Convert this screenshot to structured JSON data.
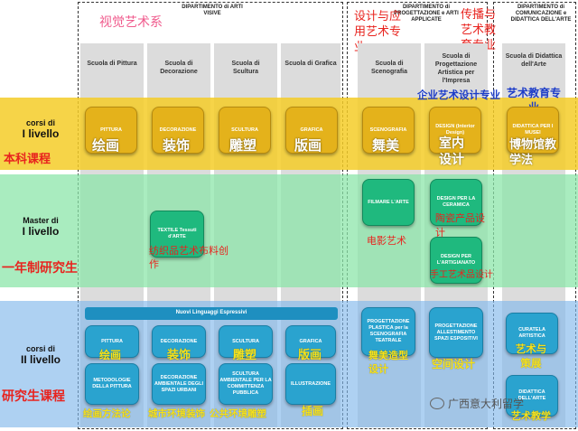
{
  "departments": [
    {
      "title": "DIPARTIMENTO di ARTI VISIVE",
      "cn": "视觉艺术系"
    },
    {
      "title": "DIPARTIMENTO di PROGETTAZIONE e ARTI APPLICATE",
      "cn": "设计与应用艺术专业"
    },
    {
      "title": "DIPARTIMENTO di COMUNICAZIONE e DIDATTICA DELL'ARTE",
      "cn": "传播与艺术教育专业"
    }
  ],
  "schools": [
    "Scuola di Pittura",
    "Scuola di Decorazione",
    "Scuola di Scultura",
    "Scuola di Grafica",
    "Scuola di Scenografia",
    "Scuola di Progettazione Artistica per l'Impresa",
    "Scuola di Didattica dell'Arte"
  ],
  "school_cn_extra": {
    "impresa": "企业艺术设计专业",
    "didattica": "艺术教育专业"
  },
  "rows": [
    {
      "label1": "corsi di",
      "label2": "I livello",
      "cn": "本科课程",
      "color": "#f5cd28"
    },
    {
      "label1": "Master di",
      "label2": "I livello",
      "cn": "一年制研究生",
      "color": "#8ce6aa"
    },
    {
      "label1": "corsi di",
      "label2": "II livello",
      "cn": "研究生课程",
      "color": "#82b9eb"
    }
  ],
  "level1": [
    {
      "it": "PITTURA",
      "cn": "绘画"
    },
    {
      "it": "DECORAZIONE",
      "cn": "装饰"
    },
    {
      "it": "SCULTURA",
      "cn": "雕塑"
    },
    {
      "it": "GRAFICA",
      "cn": "版画"
    },
    {
      "it": "SCENOGRAFIA",
      "cn": "舞美"
    },
    {
      "it": "DESIGN (Interior Design)",
      "cn": "室内设计"
    },
    {
      "it": "DIDATTICA PER I MUSEI",
      "cn": "博物馆教学法"
    }
  ],
  "master": [
    {
      "it": "TEXTILE Tessuti d'ARTE",
      "cn": "纺织品艺术布料创作"
    },
    {
      "it": "FILMARE L'ARTE",
      "cn": "电影艺术"
    },
    {
      "it": "DESIGN PER LA CERAMICA",
      "cn": "陶瓷产品设计"
    },
    {
      "it": "DESIGN PER L'ARTIGIANATO",
      "cn": "手工艺术品设计"
    }
  ],
  "level2": {
    "banner": "Nuovi Linguaggi Espressivi",
    "top": [
      {
        "it": "PITTURA",
        "cn": "绘画"
      },
      {
        "it": "DECORAZIONE",
        "cn": "装饰"
      },
      {
        "it": "SCULTURA",
        "cn": "雕塑"
      },
      {
        "it": "GRAFICA",
        "cn": "版画"
      }
    ],
    "bottom": [
      {
        "it": "METODOLOGIE DELLA PITTURA",
        "cn": "绘画方法论"
      },
      {
        "it": "DECORAZIONE AMBIENTALE DEGLI SPAZI URBANI",
        "cn": "城市环境装饰"
      },
      {
        "it": "SCULTURA AMBIENTALE PER LA COMMITTENZA PUBBLICA",
        "cn": "公共环境雕塑"
      },
      {
        "it": "ILLUSTRAZIONE",
        "cn": "插画"
      }
    ],
    "scen": {
      "it": "PROGETTAZIONE PLASTICA per la SCENOGRAFIA TEATRALE",
      "cn": "舞美造型设计"
    },
    "alles": {
      "it": "PROGETTAZIONE ALLESTIMENTO SPAZI ESPOSITIVI",
      "cn": "空间设计"
    },
    "curatela": {
      "it": "CURATELA ARTISTICA",
      "cn": "艺术与策展"
    },
    "didattica": {
      "it": "DIDATTICA DELL'ARTE",
      "cn": "艺术教学"
    }
  },
  "watermark": "广西意大利留学"
}
